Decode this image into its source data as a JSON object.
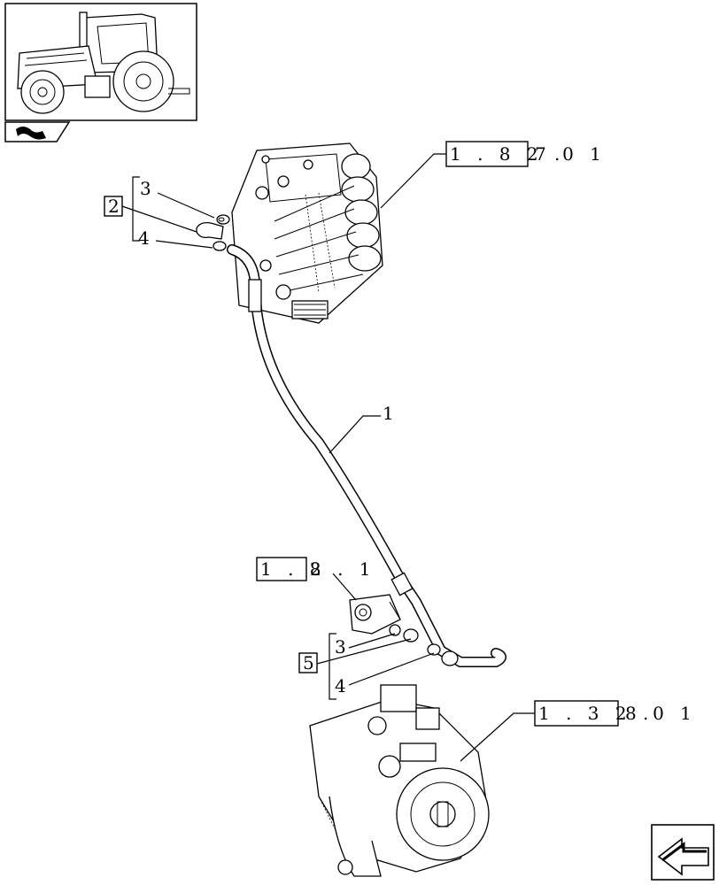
{
  "references": {
    "control_valve": {
      "boxed": "1 . 8 2 .",
      "rest": "7   0 1"
    },
    "fitting": {
      "boxed": "1 . 8",
      "rest": "2 . 1"
    },
    "pump": {
      "boxed": "1 . 3 2 .",
      "rest": "8   0 1"
    }
  },
  "callouts": {
    "pipe": "1",
    "group_upper": {
      "box": "2",
      "items": [
        "3",
        "4"
      ]
    },
    "group_lower": {
      "box": "5",
      "items": [
        "3",
        "4"
      ]
    }
  },
  "icons": {
    "thumbnail": "tractor-thumbnail-icon",
    "section": "hydraulics-section-icon",
    "nav": "next-page-arrow-icon"
  }
}
